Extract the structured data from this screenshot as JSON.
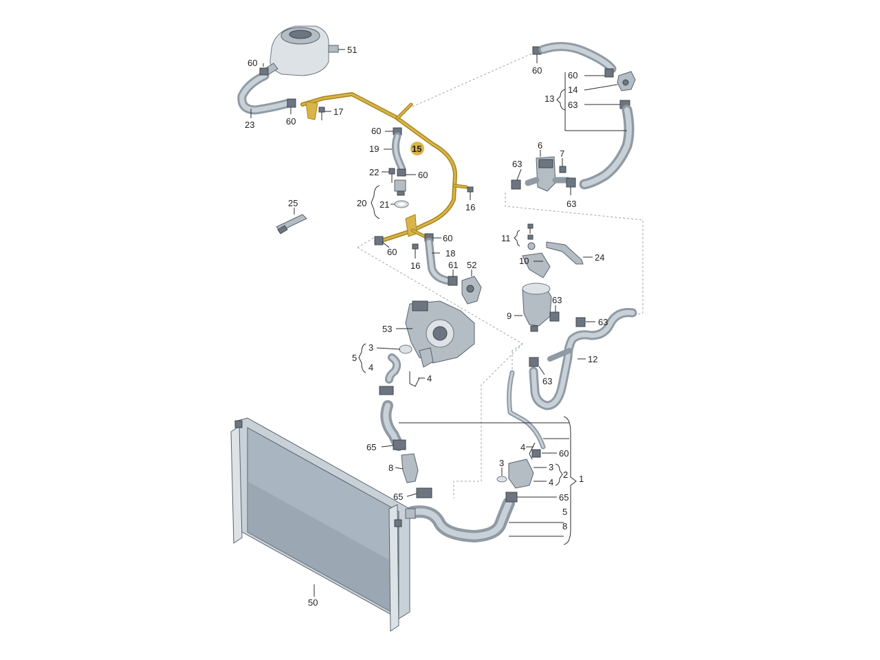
{
  "colors": {
    "highlight": "#d8b44a",
    "highlight_stroke": "#a88418",
    "hose": "#8f9aa4",
    "radiator": "#a9b5c1",
    "background": "#ffffff"
  },
  "callouts": {
    "c51": "51",
    "c60a": "60",
    "c23": "23",
    "c60b": "60",
    "c17": "17",
    "c15": "15",
    "c60c": "60",
    "c19": "19",
    "c22": "22",
    "c60d": "60",
    "c20": "20",
    "c21": "21",
    "c16a": "16",
    "c25": "25",
    "c60e": "60",
    "c60f": "60",
    "c18": "18",
    "c16b": "16",
    "c61": "61",
    "c52": "52",
    "c53": "53",
    "c5a": "5",
    "c3a": "3",
    "c4a": "4",
    "c4b": "4",
    "c60g": "60",
    "c13": "13",
    "c60h": "60",
    "c14": "14",
    "c63a": "63",
    "c6": "6",
    "c7": "7",
    "c63b": "63",
    "c63c": "63",
    "c11": "11",
    "c10": "10",
    "c24": "24",
    "c63d": "63",
    "c9": "9",
    "c63e": "63",
    "c12": "12",
    "c63f": "63",
    "c65a": "65",
    "c8": "8",
    "c65b": "65",
    "c4c": "4",
    "c60i": "60",
    "c3b": "3",
    "c3c": "3",
    "c2": "2",
    "c4d": "4",
    "c1": "1",
    "c65c": "65",
    "c5b": "5",
    "c8b": "8",
    "c50": "50"
  }
}
